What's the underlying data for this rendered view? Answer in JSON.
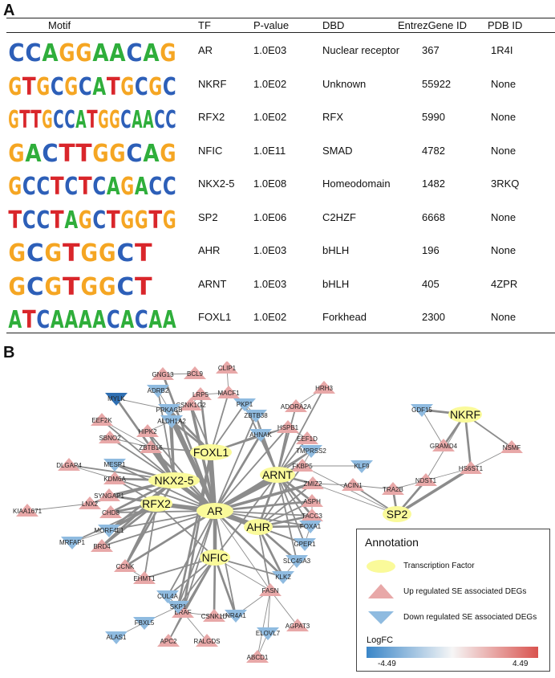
{
  "panel_a": {
    "label": "A",
    "headers": {
      "motif": "Motif",
      "tf": "TF",
      "pvalue": "P-value",
      "dbd": "DBD",
      "entrez": "EntrezGene ID",
      "pdb": "PDB ID"
    },
    "rows": [
      {
        "motif": "CCAGGAACAG",
        "tf": "AR",
        "pvalue": "1.0E03",
        "dbd": "Nuclear receptor",
        "entrez": "367",
        "pdb": "1R4I"
      },
      {
        "motif": "GTGCGCATGCGC",
        "tf": "NKRF",
        "pvalue": "1.0E02",
        "dbd": "Unknown",
        "entrez": "55922",
        "pdb": "None"
      },
      {
        "motif": "GTTGCCATGGCAACC",
        "tf": "RFX2",
        "pvalue": "1.0E02",
        "dbd": "RFX",
        "entrez": "5990",
        "pdb": "None"
      },
      {
        "motif": "GACTTGGCAG",
        "tf": "NFIC",
        "pvalue": "1.0E11",
        "dbd": "SMAD",
        "entrez": "4782",
        "pdb": "None"
      },
      {
        "motif": "GCCTCTCAGACC",
        "tf": "NKX2-5",
        "pvalue": "1.0E08",
        "dbd": "Homeodomain",
        "entrez": "1482",
        "pdb": "3RKQ"
      },
      {
        "motif": "TCCTAGCTGGTG",
        "tf": "SP2",
        "pvalue": "1.0E06",
        "dbd": "C2HZF",
        "entrez": "6668",
        "pdb": "None"
      },
      {
        "motif": "GCGTGGCT",
        "tf": "AHR",
        "pvalue": "1.0E03",
        "dbd": "bHLH",
        "entrez": "196",
        "pdb": "None"
      },
      {
        "motif": "GCGTGGCT",
        "tf": "ARNT",
        "pvalue": "1.0E03",
        "dbd": "bHLH",
        "entrez": "405",
        "pdb": "4ZPR"
      },
      {
        "motif": "ATCAAAACACAA",
        "tf": "FOXL1",
        "pvalue": "1.0E02",
        "dbd": "Forkhead",
        "entrez": "2300",
        "pdb": "None"
      }
    ]
  },
  "panel_b": {
    "label": "B",
    "tfs": [
      "AR",
      "NKX2-5",
      "FOXL1",
      "ARNT",
      "RFX2",
      "AHR",
      "NFIC",
      "SP2",
      "NKRF"
    ],
    "up_genes": [
      "GNG13",
      "BCL9",
      "CLIP1",
      "LRP5",
      "MACF1",
      "CSNK1G2",
      "HRH3",
      "EEF2K",
      "SBNO2",
      "HIPK2",
      "ZBTB16",
      "ADORA2A",
      "HSPB1",
      "EEF1D",
      "DLGAP4",
      "KDM6A",
      "SYNGAP1",
      "CHD8",
      "LNX2",
      "KIAA1671",
      "FKBP5",
      "ZMIZ2",
      "ACIN1",
      "TRA2B",
      "ASPH",
      "TACC3",
      "BRD4",
      "CCNK",
      "EHMT1",
      "BRAF",
      "CSNK1D",
      "APC2",
      "RALGDS",
      "FASN",
      "AGPAT3",
      "ABCD1",
      "GRAMD4",
      "NSMF",
      "HS6ST1",
      "NDST1"
    ],
    "down_genes": [
      "ADRB2",
      "MYLK",
      "PRKACB",
      "ALDH1A2",
      "PKP1",
      "ZBTB38",
      "AHNAK",
      "MESP1",
      "TMPRSS2",
      "KLF9",
      "MORF4L1",
      "MRFAP1",
      "FOXA1",
      "GPER1",
      "SLC45A3",
      "KLK2",
      "CUL4A",
      "SKP1",
      "FBXL5",
      "ALAS1",
      "NR4A1",
      "ELOVL7",
      "GDF15"
    ],
    "colors": {
      "tf": "#fafa9a",
      "up": "#e8a8a8",
      "down": "#8fbbe0",
      "edge": "#8c8c8c"
    }
  },
  "legend": {
    "title": "Annotation",
    "tf_label": "Transcription Factor",
    "up_label": "Up regulated SE associated DEGs",
    "down_label": "Down regulated SE associated DEGs",
    "logfc_title": "LogFC",
    "logfc_min": "-4.49",
    "logfc_max": "4.49"
  }
}
